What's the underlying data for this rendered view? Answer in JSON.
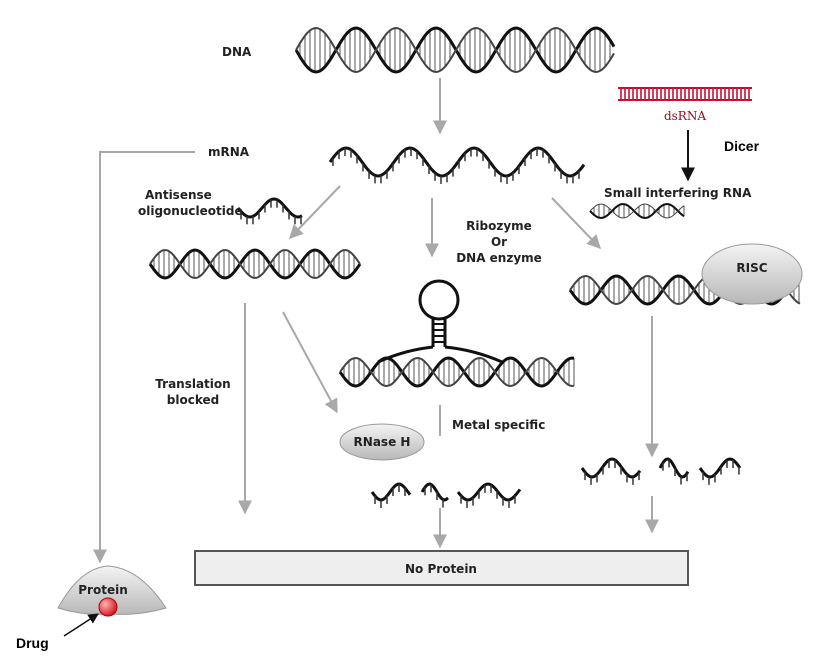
{
  "labels": {
    "dna": "DNA",
    "dsrna": "dsRNA",
    "dicer": "Dicer",
    "mrna": "mRNA",
    "antisense_line1": "Antisense",
    "antisense_line2": "oligonucleotide",
    "sirna": "Small interfering RNA",
    "ribozyme_line1": "Ribozyme",
    "ribozyme_line2": "Or",
    "ribozyme_line3": "DNA enzyme",
    "risc": "RISC",
    "translation_line1": "Translation",
    "translation_line2": "blocked",
    "metal_specific": "Metal specific",
    "rnase_h": "RNase H",
    "no_protein": "No Protein",
    "protein": "Protein",
    "drug": "Drug"
  },
  "colors": {
    "strand": "#111111",
    "arrow_gray": "#a8a8a8",
    "dsrna_red": "#c8102e",
    "drug_red": "#e8202a"
  }
}
